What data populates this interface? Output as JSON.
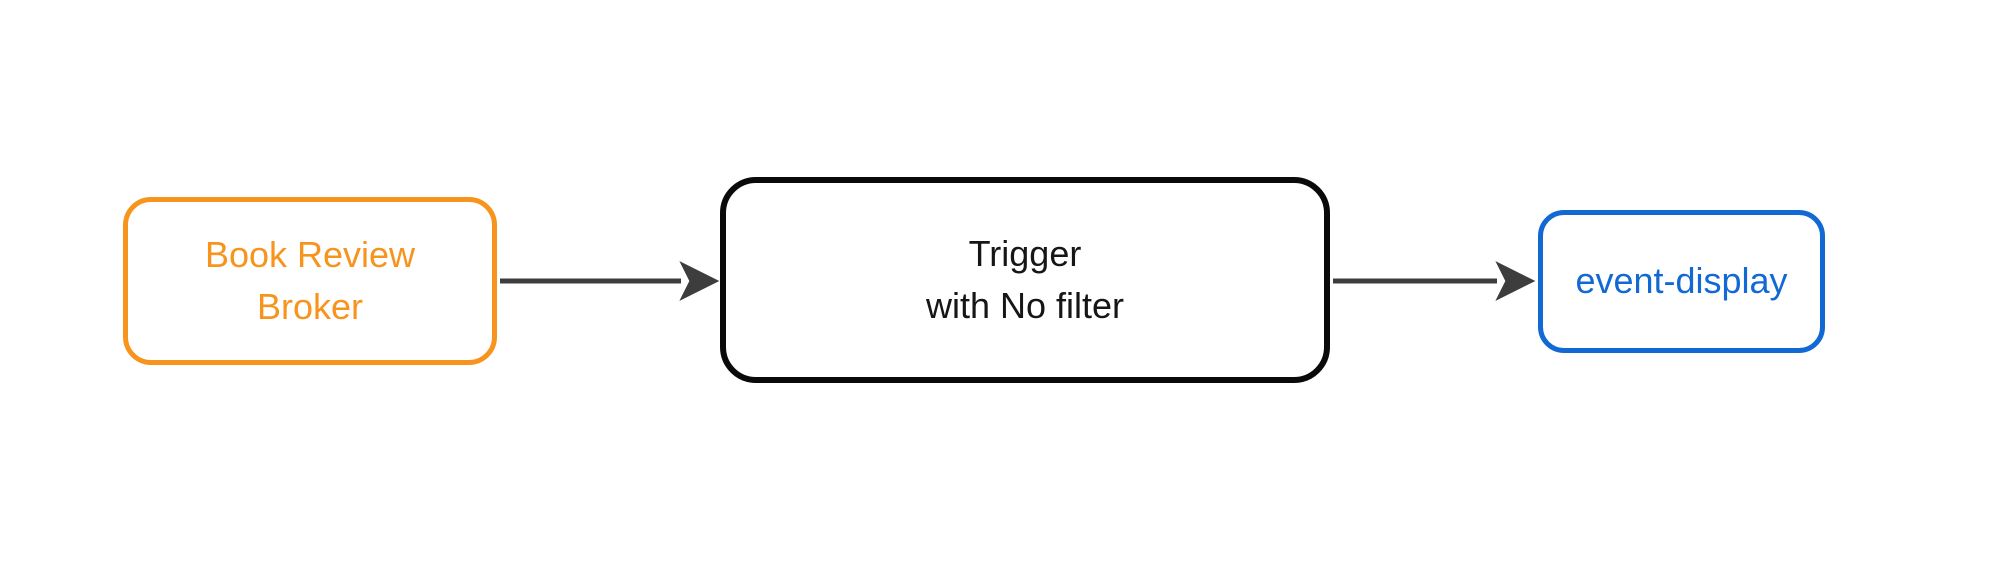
{
  "diagram": {
    "background_color": "#ffffff",
    "edge_color": "#3d3d3d",
    "nodes": {
      "broker": {
        "lines": [
          "Book Review",
          "Broker"
        ],
        "color": "#f7941e"
      },
      "trigger": {
        "lines": [
          "Trigger",
          "with No filter"
        ],
        "border_color": "#0a0a0a",
        "text_color": "#161616"
      },
      "event_display": {
        "lines": [
          "event-display"
        ],
        "color": "#1269d3"
      }
    },
    "edges": [
      {
        "from": "Book Review Broker",
        "to": "Trigger with No filter"
      },
      {
        "from": "Trigger with No filter",
        "to": "event-display"
      }
    ]
  }
}
